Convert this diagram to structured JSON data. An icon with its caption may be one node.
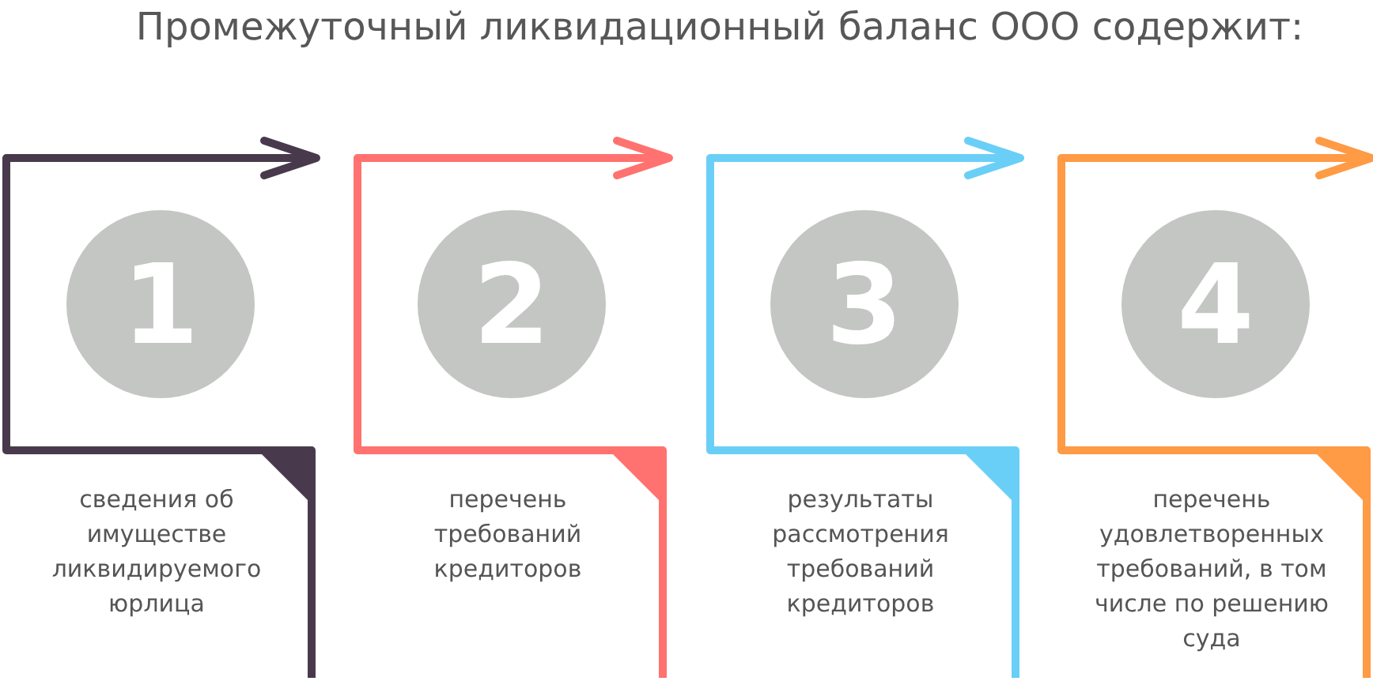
{
  "diagram": {
    "title": "Промежуточный ликвидационный баланс ООО содержит:",
    "nodes": [
      {
        "text": [
          "сведения об имуществе ликвидируемого юрлица"
        ]
      },
      {
        "text": [
          "1"
        ],
        "in": 0
      },
      {
        "text": [
          "перечень требований кредиторов"
        ]
      },
      {
        "text": [
          "2"
        ],
        "in": 2
      },
      {
        "text": [
          "результаты рассмотрения требований кредиторов"
        ]
      },
      {
        "text": [
          "3"
        ],
        "in": 4
      },
      {
        "text": [
          "перечень удовлетворенных требований, в том числе по решению суда"
        ]
      },
      {
        "text": [
          "4"
        ],
        "in": 6
      }
    ],
    "edges": [
      {
        "from": 0,
        "to": 2,
        "arrow": "to",
        "color": "#483a4c"
      },
      {
        "from": 2,
        "to": 4,
        "arrow": "to",
        "color": "#ff726f"
      },
      {
        "from": 4,
        "to": 6,
        "arrow": "to",
        "color": "#6acff6"
      },
      {
        "from": 6,
        "to": null,
        "arrow": "to",
        "color": "#ff9a45"
      }
    ]
  }
}
